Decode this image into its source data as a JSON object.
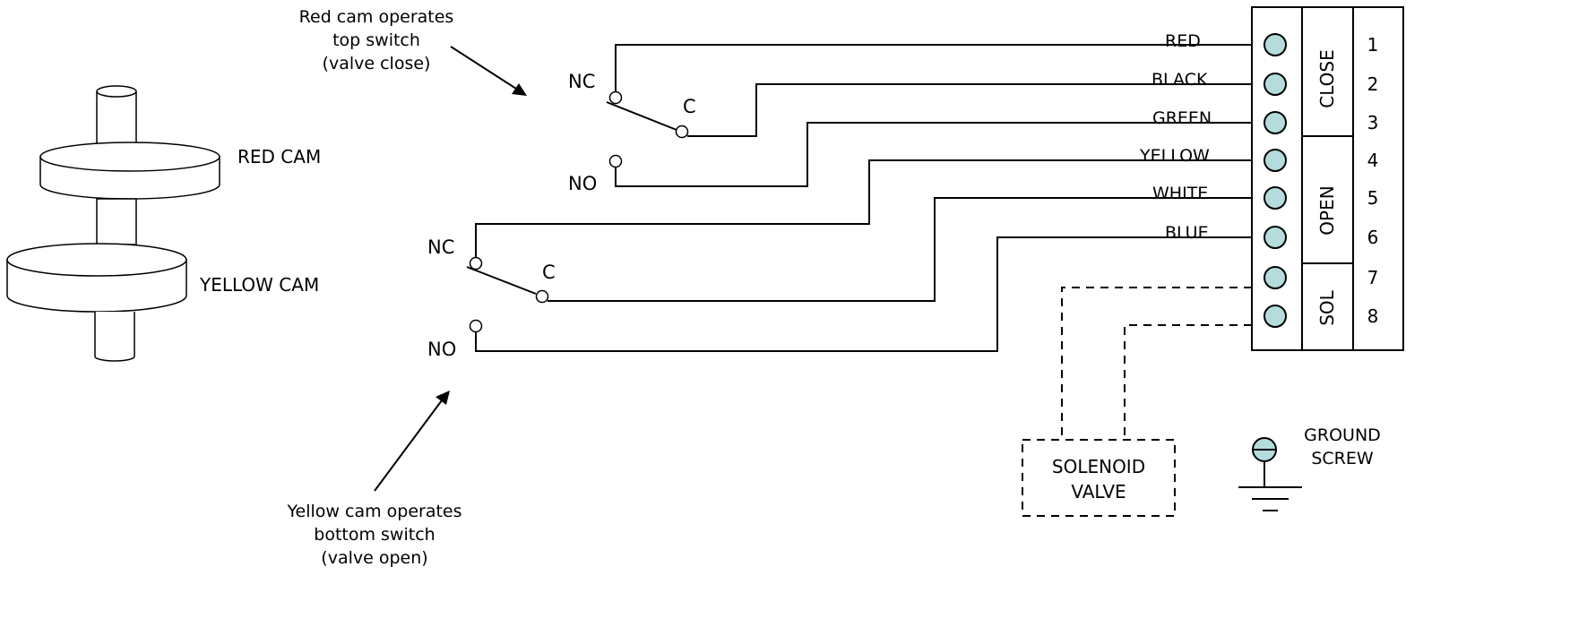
{
  "annotations": {
    "red_cam_note": [
      "Red cam operates",
      "top switch",
      "(valve close)"
    ],
    "yellow_cam_note": [
      "Yellow cam operates",
      "bottom switch",
      "(valve open)"
    ]
  },
  "cams": {
    "red_label": "RED CAM",
    "yellow_label": "YELLOW CAM"
  },
  "switches": {
    "top": {
      "nc": "NC",
      "c": "C",
      "no": "NO"
    },
    "bottom": {
      "nc": "NC",
      "c": "C",
      "no": "NO"
    }
  },
  "wires": [
    "RED",
    "BLACK",
    "GREEN",
    "YELLOW",
    "WHITE",
    "BLUE"
  ],
  "terminal_block": {
    "groups": [
      "CLOSE",
      "OPEN",
      "SOL"
    ],
    "numbers": [
      "1",
      "2",
      "3",
      "4",
      "5",
      "6",
      "7",
      "8"
    ],
    "terminal_color": "#b4dcdc"
  },
  "solenoid": [
    "SOLENOID",
    "VALVE"
  ],
  "ground": [
    "GROUND",
    "SCREW"
  ]
}
